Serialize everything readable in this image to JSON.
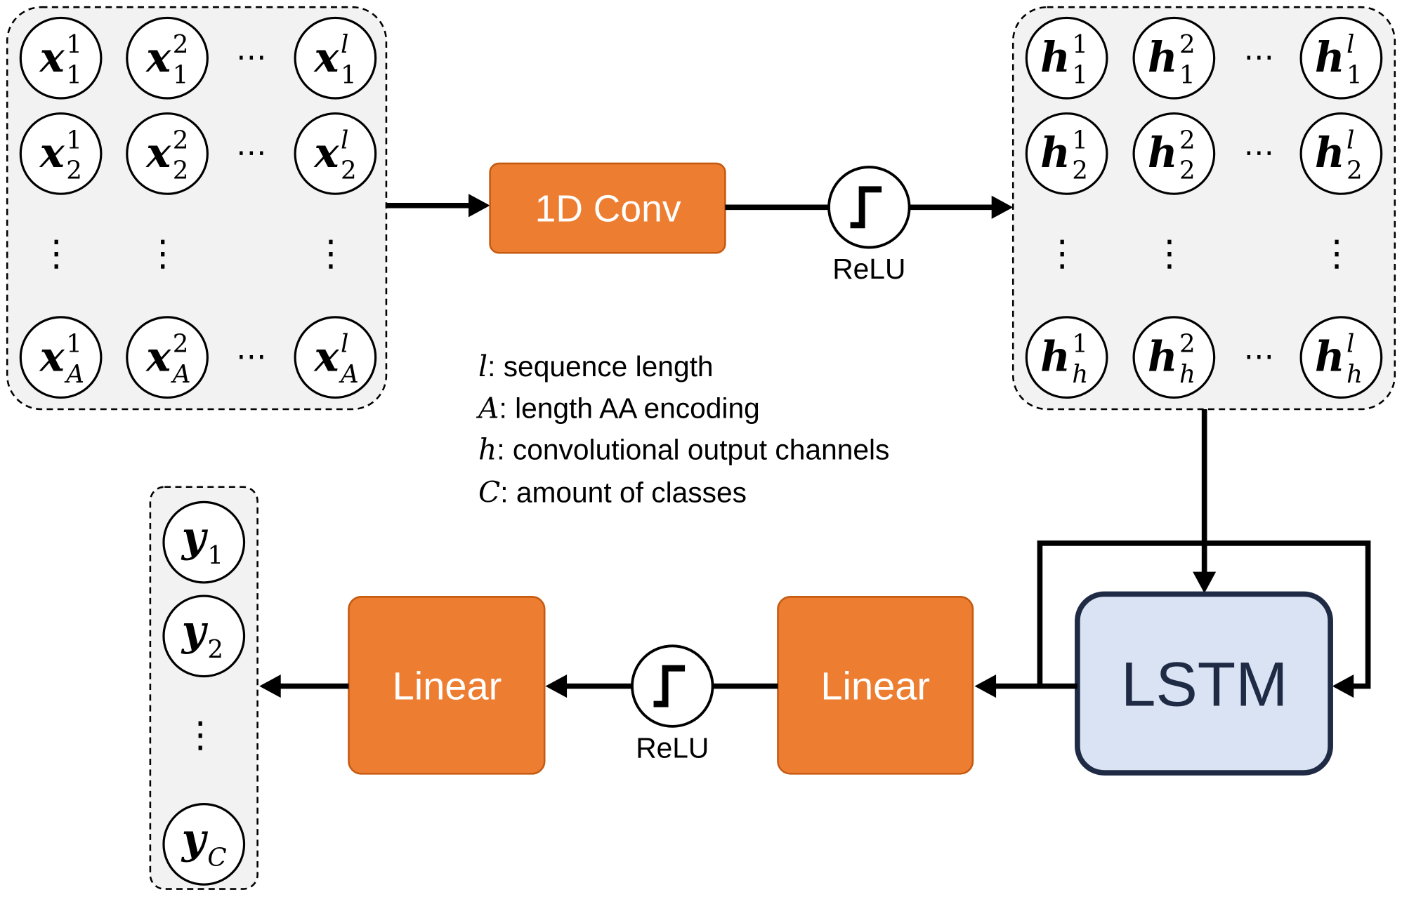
{
  "input_matrix": {
    "rows": [
      [
        {
          "base": "x",
          "sub": "1",
          "sup": "1"
        },
        {
          "base": "x",
          "sub": "1",
          "sup": "2"
        },
        {
          "base": "x",
          "sub": "1",
          "sup": "l"
        }
      ],
      [
        {
          "base": "x",
          "sub": "2",
          "sup": "1"
        },
        {
          "base": "x",
          "sub": "2",
          "sup": "2"
        },
        {
          "base": "x",
          "sub": "2",
          "sup": "l"
        }
      ],
      [
        {
          "base": "x",
          "sub": "A",
          "sup": "1"
        },
        {
          "base": "x",
          "sub": "A",
          "sup": "2"
        },
        {
          "base": "x",
          "sub": "A",
          "sup": "l"
        }
      ]
    ],
    "h_ellipsis": "⋯",
    "v_ellipsis": "⋮"
  },
  "hidden_matrix": {
    "rows": [
      [
        {
          "base": "h",
          "sub": "1",
          "sup": "1"
        },
        {
          "base": "h",
          "sub": "1",
          "sup": "2"
        },
        {
          "base": "h",
          "sub": "1",
          "sup": "l"
        }
      ],
      [
        {
          "base": "h",
          "sub": "2",
          "sup": "1"
        },
        {
          "base": "h",
          "sub": "2",
          "sup": "2"
        },
        {
          "base": "h",
          "sub": "2",
          "sup": "l"
        }
      ],
      [
        {
          "base": "h",
          "sub": "h",
          "sup": "1"
        },
        {
          "base": "h",
          "sub": "h",
          "sup": "2"
        },
        {
          "base": "h",
          "sub": "h",
          "sup": "l"
        }
      ]
    ],
    "h_ellipsis": "⋯",
    "v_ellipsis": "⋮"
  },
  "output_vector": {
    "nodes": [
      {
        "base": "y",
        "sub": "1"
      },
      {
        "base": "y",
        "sub": "2"
      },
      {
        "base": "y",
        "sub": "C"
      }
    ],
    "v_ellipsis": "⋮"
  },
  "blocks": {
    "conv": "1D Conv",
    "relu_top": "ReLU",
    "lstm": "LSTM",
    "linear_right": "Linear",
    "relu_bottom": "ReLU",
    "linear_left": "Linear"
  },
  "legend": [
    {
      "symbol": "l",
      "text": ": sequence length"
    },
    {
      "symbol": "A",
      "text": ": length AA encoding"
    },
    {
      "symbol": "h",
      "text": ": convolutional output channels"
    },
    {
      "symbol": "C",
      "text": ": amount of classes"
    }
  ],
  "icons": {
    "relu": "relu-step-icon"
  },
  "colors": {
    "block_fill": "#ED7D31",
    "block_stroke": "#C55A11",
    "lstm_fill": "#DAE3F3",
    "lstm_stroke": "#1F2A44",
    "matrix_fill": "#F2F2F2"
  }
}
